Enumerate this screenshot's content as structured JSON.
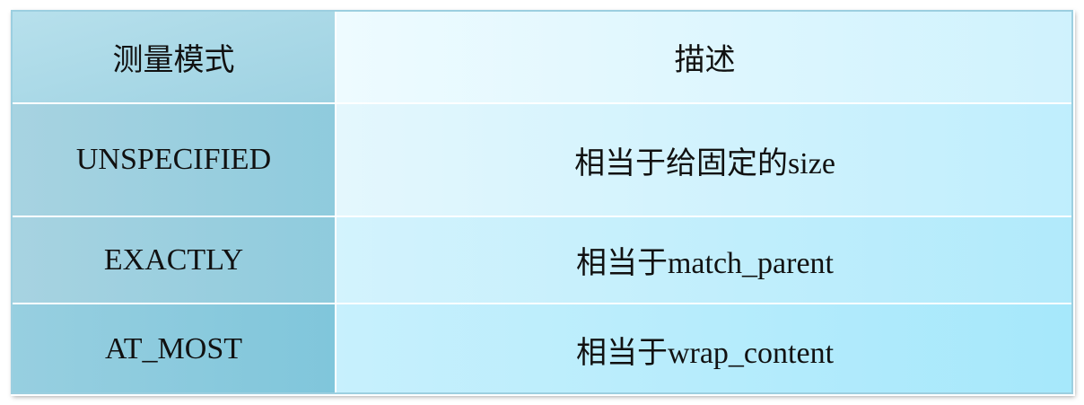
{
  "table": {
    "headers": [
      "测量模式",
      "描述"
    ],
    "rows": [
      [
        "UNSPECIFIED",
        "相当于给固定的size"
      ],
      [
        "EXACTLY",
        "相当于match_parent"
      ],
      [
        "AT_MOST",
        "相当于wrap_content"
      ]
    ]
  },
  "colors": {
    "left_column": "#98cfe0",
    "right_column": "#cdf2fd",
    "grid": "#ffffff"
  }
}
